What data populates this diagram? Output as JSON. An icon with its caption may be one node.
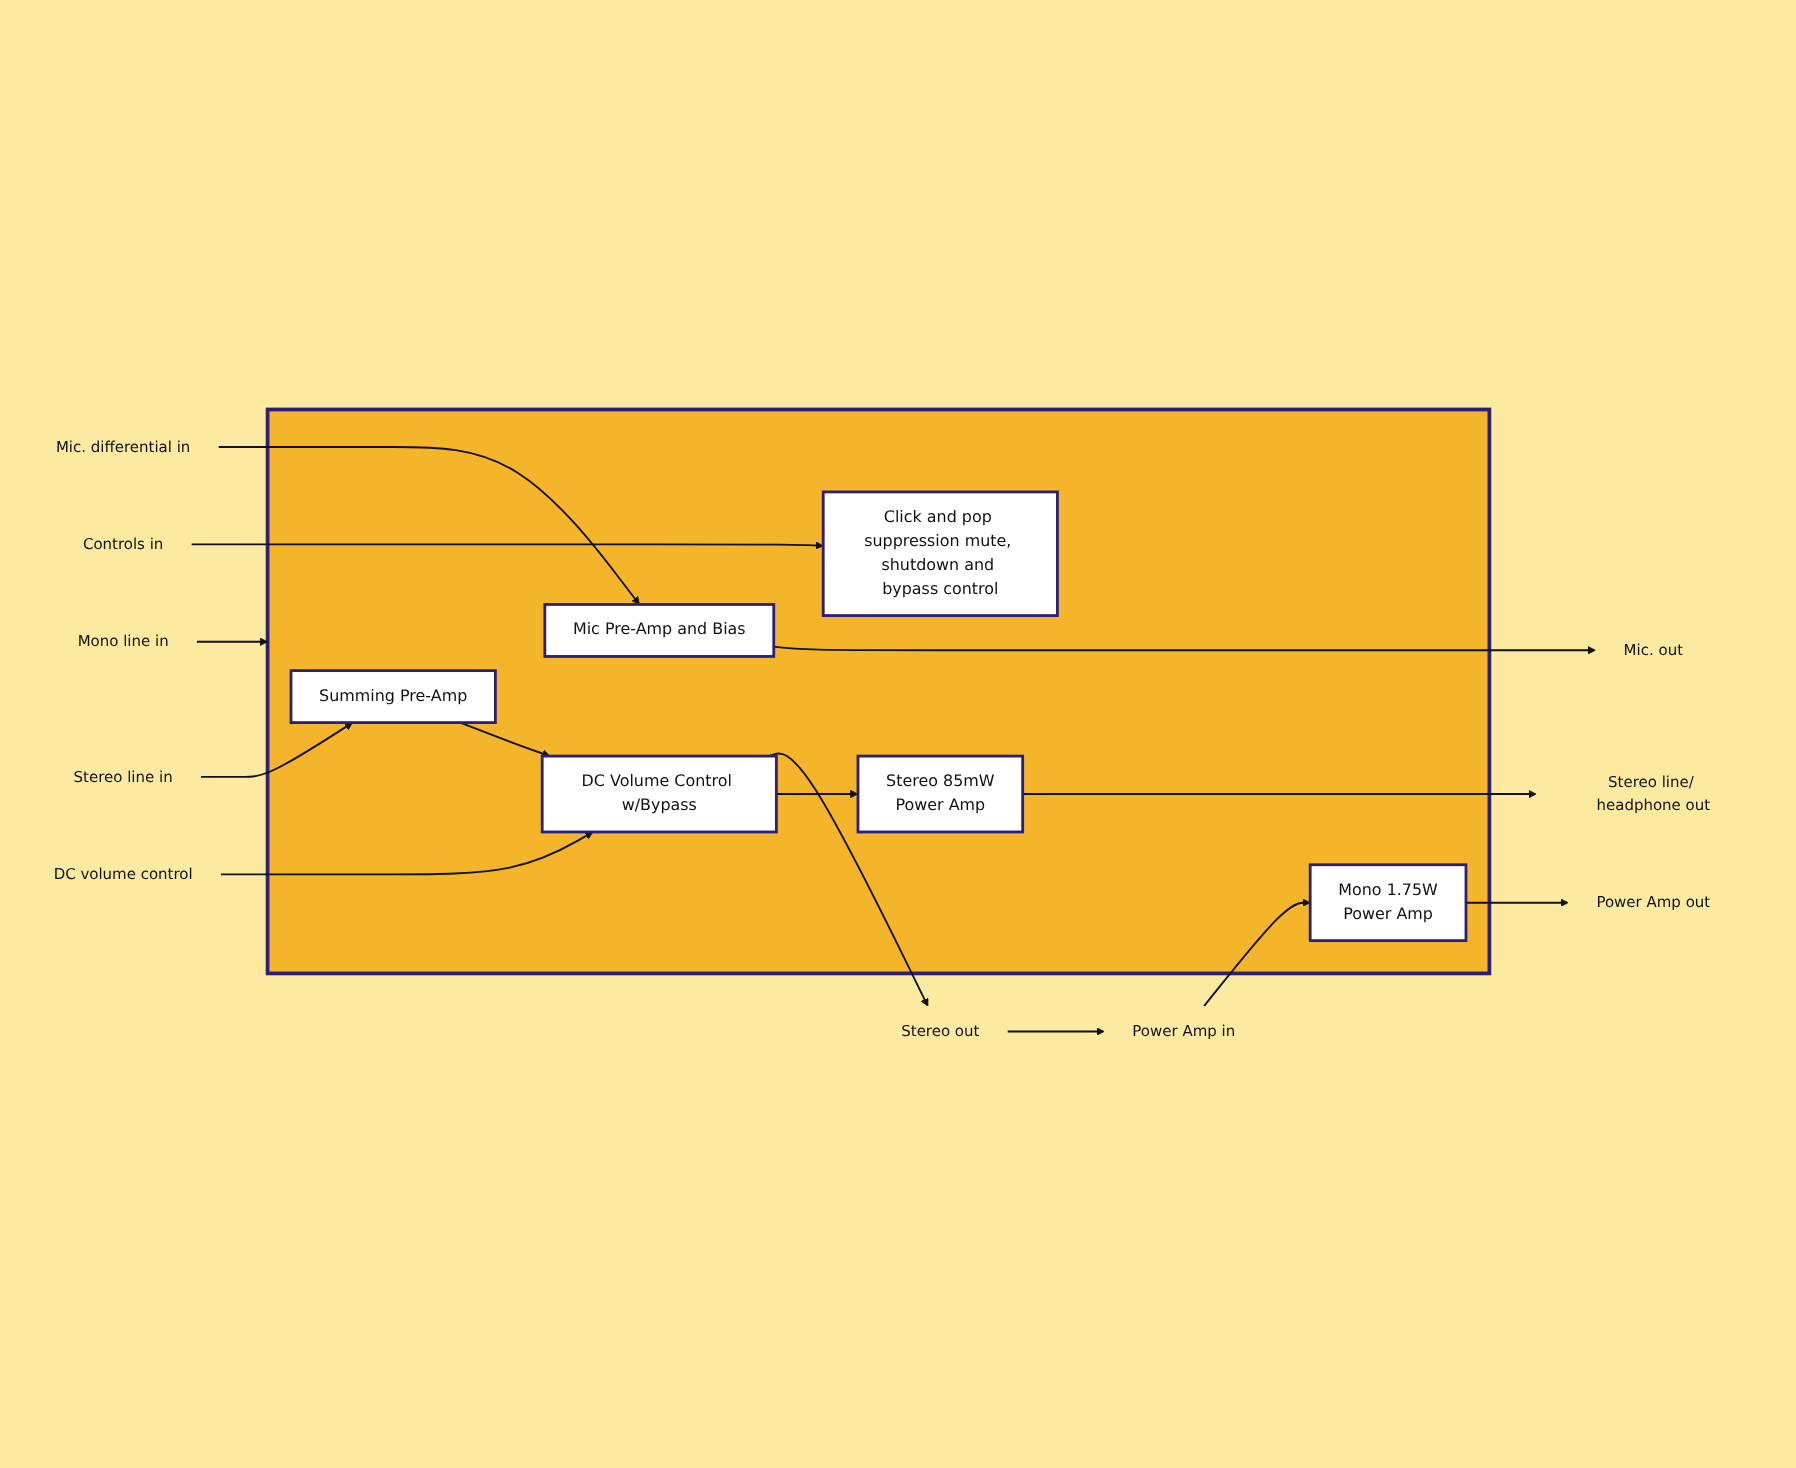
{
  "diagram": {
    "nodes": [
      {
        "text": [],
        "shape": "box"
      },
      {
        "text": [
          "Summing Pre-Amp"
        ],
        "in": 0
      },
      {
        "text": [
          "Stereo 85mW",
          "Power Amp"
        ],
        "in": 0
      },
      {
        "text": [
          "DC Volume Control w/Bypass"
        ],
        "in": 0
      },
      {
        "text": [
          "Mono 1.75W",
          "Power Amp"
        ],
        "in": 0
      },
      {
        "text": [
          "Mic Pre-Amp and Bias"
        ],
        "in": 0
      },
      {
        "text": [
          "Click and pop suppression mute, shutdown and bypass control"
        ],
        "in": 0
      },
      {
        "text": [
          "Stereo line in"
        ]
      },
      {
        "text": [
          "Mono line in"
        ]
      },
      {
        "text": [
          "DC volume control"
        ]
      },
      {
        "text": [
          "Mic. differential in"
        ]
      },
      {
        "text": [
          "Mic. out"
        ]
      },
      {
        "text": [
          "Controls in"
        ]
      },
      {
        "text": [
          "Stereo line/ headphone out"
        ]
      },
      {
        "text": [
          "Stereo out"
        ]
      },
      {
        "text": [
          "Power Amp in"
        ]
      },
      {
        "text": [
          "Power Amp out"
        ]
      }
    ],
    "edges": [
      {
        "from": 7,
        "to": 1,
        "arrow": "to"
      },
      {
        "from": 8,
        "to": 0,
        "arrow": "to"
      },
      {
        "from": 1,
        "to": 3,
        "arrow": "to"
      },
      {
        "from": 3,
        "to": 2,
        "arrow": "to"
      },
      {
        "from": 2,
        "to": 13,
        "arrow": "to"
      },
      {
        "from": 9,
        "to": 3,
        "arrow": "to"
      },
      {
        "from": 3,
        "to": 14,
        "arrow": "to"
      },
      {
        "from": 14,
        "to": 15,
        "arrow": "to"
      },
      {
        "from": 15,
        "to": 4,
        "arrow": "to"
      },
      {
        "from": 10,
        "to": 5,
        "arrow": "to"
      },
      {
        "from": 5,
        "to": 11,
        "arrow": "to"
      },
      {
        "from": 4,
        "to": 16,
        "arrow": "to"
      },
      {
        "from": 12,
        "to": 6,
        "arrow": "to"
      }
    ]
  }
}
